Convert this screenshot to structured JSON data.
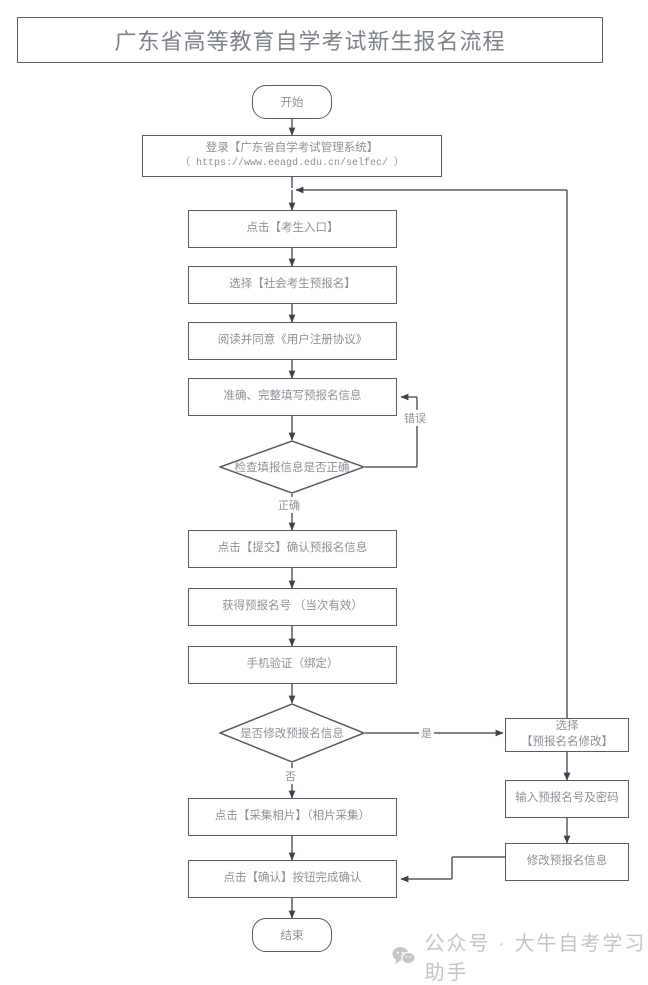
{
  "title": {
    "text": "广东省高等教育自学考试新生报名流程"
  },
  "nodes": {
    "start": {
      "label": "开始"
    },
    "login": {
      "line1": "登录【广东省自学考试管理系统】",
      "line2": "（ https://www.eeagd.edu.cn/selfec/ ）"
    },
    "entry": {
      "label": "点击【考生入口】"
    },
    "choose_pre_reg": {
      "label": "选择【社会考生预报名】"
    },
    "agreement": {
      "label": "阅读并同意《用户注册协议》"
    },
    "fill_info": {
      "label": "准确、完整填写预报名信息"
    },
    "check_info": {
      "label": "检查填报信息是否正确"
    },
    "submit": {
      "label": "点击【提交】确认预报名信息"
    },
    "get_number": {
      "label": "获得预报名号 （当次有效）"
    },
    "phone_verify": {
      "label": "手机验证（绑定）"
    },
    "modify_decision": {
      "label": "是否修改预报名信息"
    },
    "collect_photo": {
      "label": "点击【采集相片】（相片采集）"
    },
    "confirm": {
      "label": "点击【确认】按钮完成确认"
    },
    "end": {
      "label": "结束"
    },
    "select_modify": {
      "line1": "选择",
      "line2": "【预报名名修改】"
    },
    "input_number": {
      "label": "输入预报名号及密码"
    },
    "modify_info": {
      "label": "修改预报名信息"
    }
  },
  "edge_labels": {
    "error": "错误",
    "correct": "正确",
    "yes": "是",
    "no": "否"
  },
  "watermark": {
    "text": "公众号 · 大牛自考学习助手",
    "icon": "wechat-icon"
  },
  "colors": {
    "stroke": "#565c64",
    "text": "#8c9198",
    "watermark": "#c2c5c9",
    "background": "#ffffff"
  }
}
